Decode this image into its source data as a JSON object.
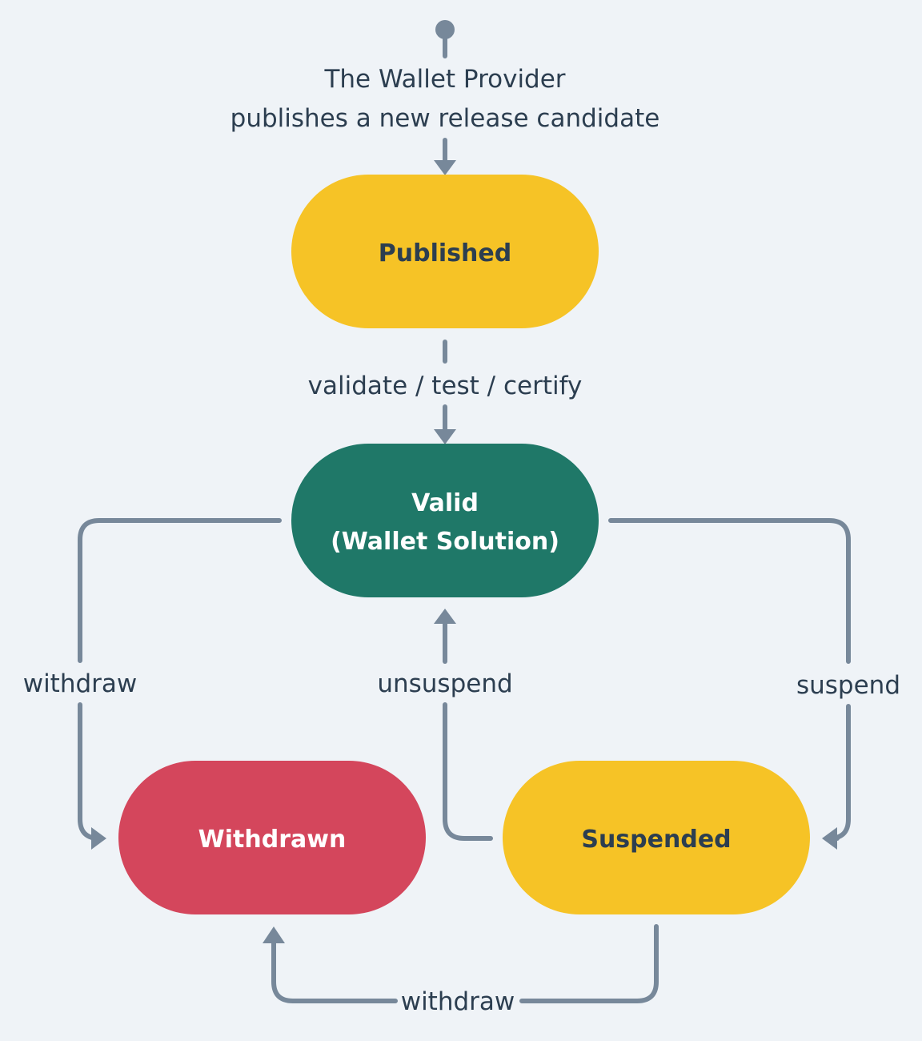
{
  "diagram": {
    "start_label_line1": "The Wallet Provider",
    "start_label_line2": "publishes a new release candidate",
    "states": {
      "published": {
        "label": "Published",
        "color": "#f6c326",
        "text_color": "#2c3e50"
      },
      "valid": {
        "label_line1": "Valid",
        "label_line2": "(Wallet Solution)",
        "color": "#1f7868",
        "text_color": "#ffffff"
      },
      "withdrawn": {
        "label": "Withdrawn",
        "color": "#d4465c",
        "text_color": "#ffffff"
      },
      "suspended": {
        "label": "Suspended",
        "color": "#f6c326",
        "text_color": "#2c3e50"
      }
    },
    "transitions": {
      "validate": "validate / test / certify",
      "withdraw_valid": "withdraw",
      "unsuspend": "unsuspend",
      "suspend": "suspend",
      "withdraw_suspended": "withdraw"
    },
    "colors": {
      "background": "#eff3f7",
      "connector": "#77889a",
      "text": "#2c3e50"
    }
  }
}
